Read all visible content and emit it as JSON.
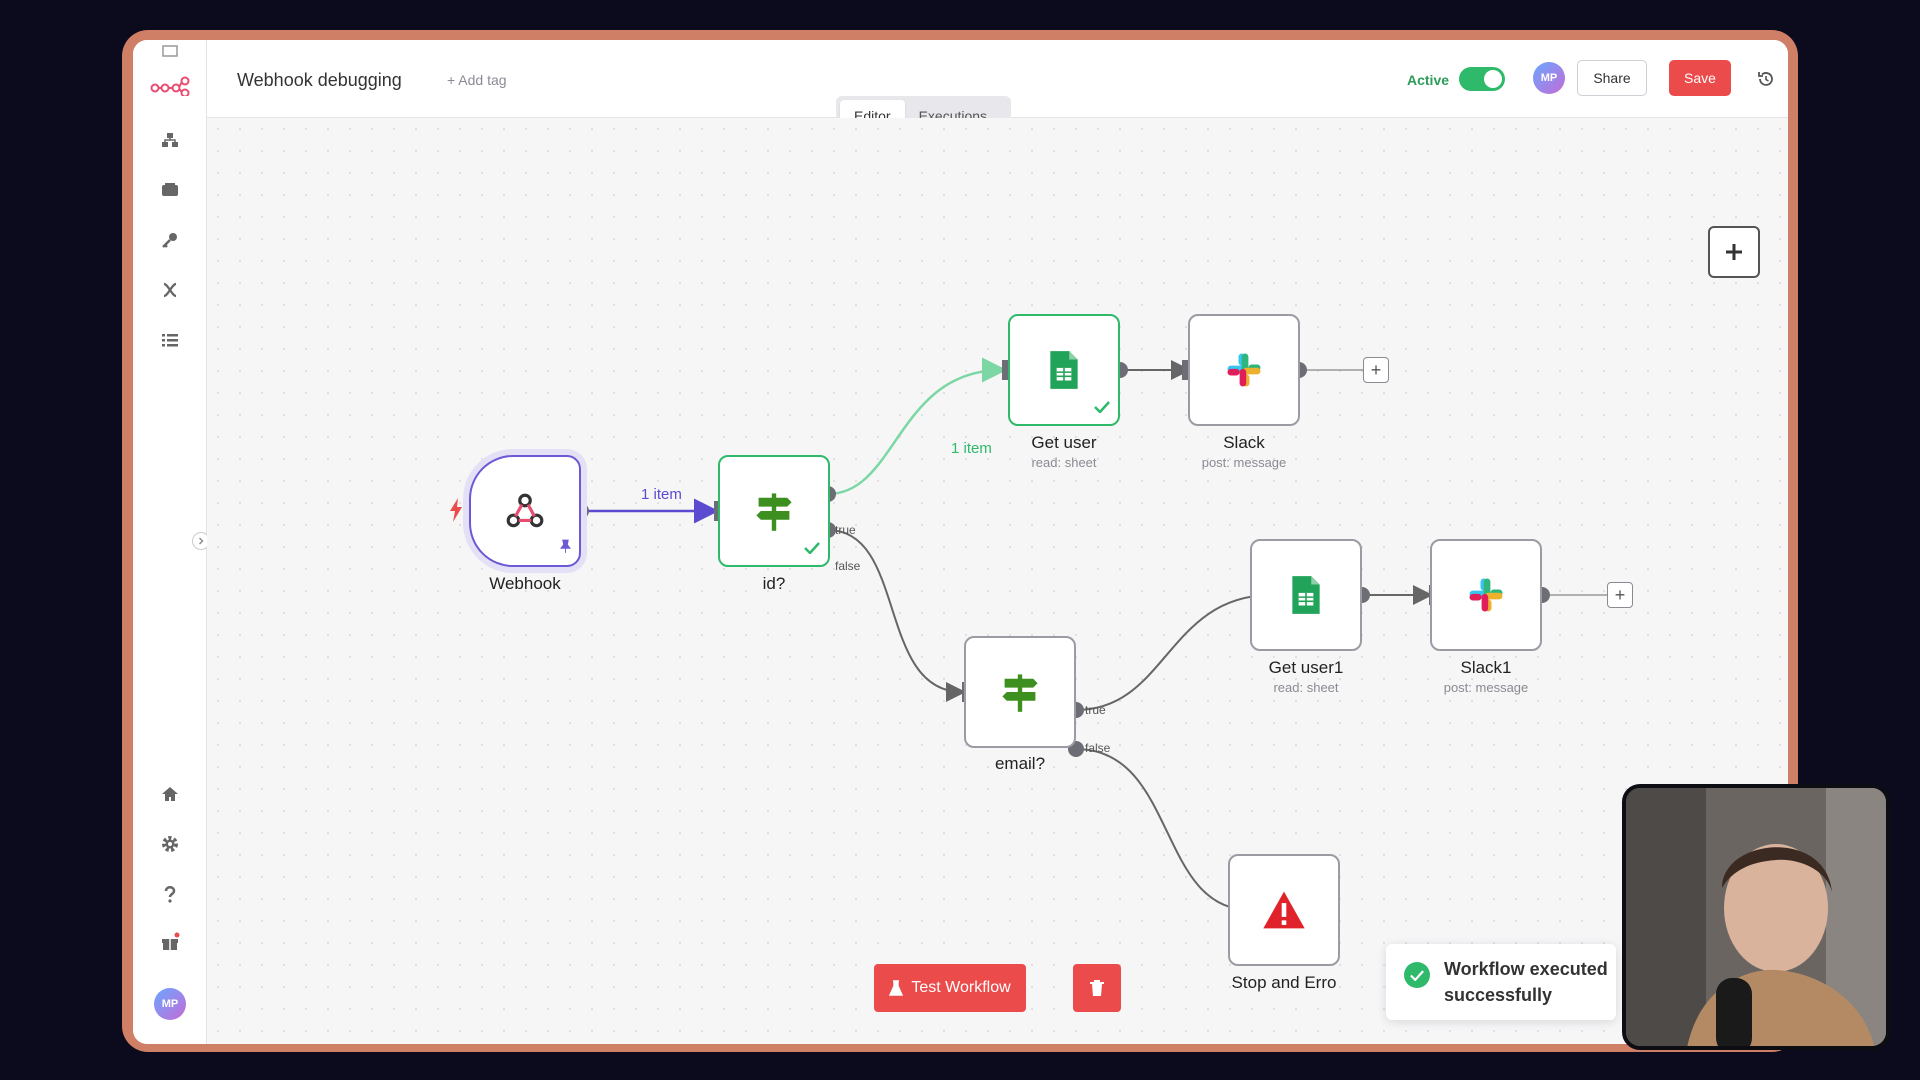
{
  "workflow": {
    "title": "Webhook debugging",
    "add_tag": "+ Add tag"
  },
  "tabs": [
    {
      "label": "Editor",
      "active": true
    },
    {
      "label": "Executions",
      "active": false
    }
  ],
  "header": {
    "active_label": "Active",
    "active": true,
    "avatar_initials": "MP",
    "share_label": "Share",
    "save_label": "Save"
  },
  "sidebar": {
    "items": [
      "logo-icon",
      "workflows-icon",
      "templates-icon",
      "credentials-icon",
      "variables-icon",
      "executions-icon"
    ],
    "bottom_items": [
      "home-icon",
      "settings-icon",
      "help-icon",
      "gift-icon"
    ],
    "avatar_initials": "MP"
  },
  "nodes": {
    "webhook": {
      "label": "Webhook"
    },
    "if_id": {
      "label": "id?",
      "true_port": "true",
      "false_port": "false"
    },
    "get_user": {
      "label": "Get user",
      "sub": "read: sheet"
    },
    "slack": {
      "label": "Slack",
      "sub": "post: message"
    },
    "if_email": {
      "label": "email?",
      "true_port": "true",
      "false_port": "false"
    },
    "get_user1": {
      "label": "Get user1",
      "sub": "read: sheet"
    },
    "slack1": {
      "label": "Slack1",
      "sub": "post: message"
    },
    "stop_error": {
      "label": "Stop and Erro"
    }
  },
  "edges": {
    "webhook_to_if": "1 item",
    "if_to_get_user": "1 item"
  },
  "bottom": {
    "test_label": "Test Workflow"
  },
  "toast": {
    "message": "Workflow executed successfully"
  },
  "colors": {
    "accent": "#ec4b4b",
    "success": "#2fb96a",
    "trigger": "#6a5ad6",
    "edge_success": "#7dd7a4",
    "edge_trigger": "#5a4bd1"
  }
}
